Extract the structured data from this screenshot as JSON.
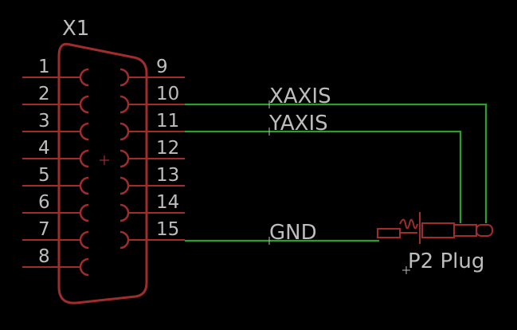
{
  "connector": {
    "ref": "X1",
    "left_pins": [
      "1",
      "2",
      "3",
      "4",
      "5",
      "6",
      "7",
      "8"
    ],
    "right_pins": [
      "9",
      "10",
      "11",
      "12",
      "13",
      "14",
      "15"
    ]
  },
  "nets": [
    {
      "name": "XAXIS",
      "pin": "10"
    },
    {
      "name": "YAXIS",
      "pin": "11"
    },
    {
      "name": "GND",
      "pin": "15"
    }
  ],
  "plug": {
    "label": "P2 Plug"
  },
  "colors": {
    "background": "#000000",
    "component": "#a02c2c",
    "wire": "#2aa02a",
    "text": "#bdbdbd"
  }
}
